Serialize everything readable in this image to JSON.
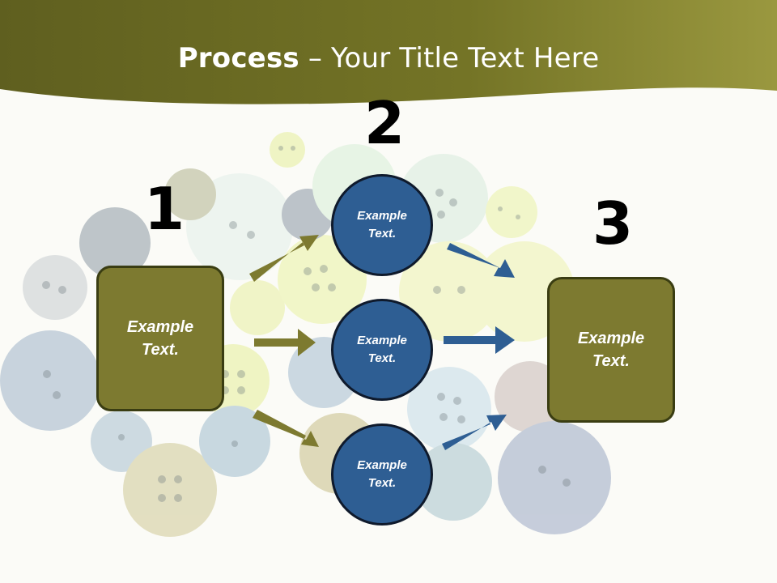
{
  "title": {
    "bold": "Process",
    "rest": " – Your Title Text Here"
  },
  "steps": [
    {
      "number": "1",
      "box_text": "Example\nText."
    },
    {
      "number": "2"
    },
    {
      "number": "3",
      "box_text": "Example\nText."
    }
  ],
  "circles": [
    {
      "text": "Example\nText."
    },
    {
      "text": "Example\nText."
    },
    {
      "text": "Example\nText."
    }
  ],
  "colors": {
    "olive": "#7d7a30",
    "blue": "#2e5e93",
    "header": "#6b6b24"
  }
}
